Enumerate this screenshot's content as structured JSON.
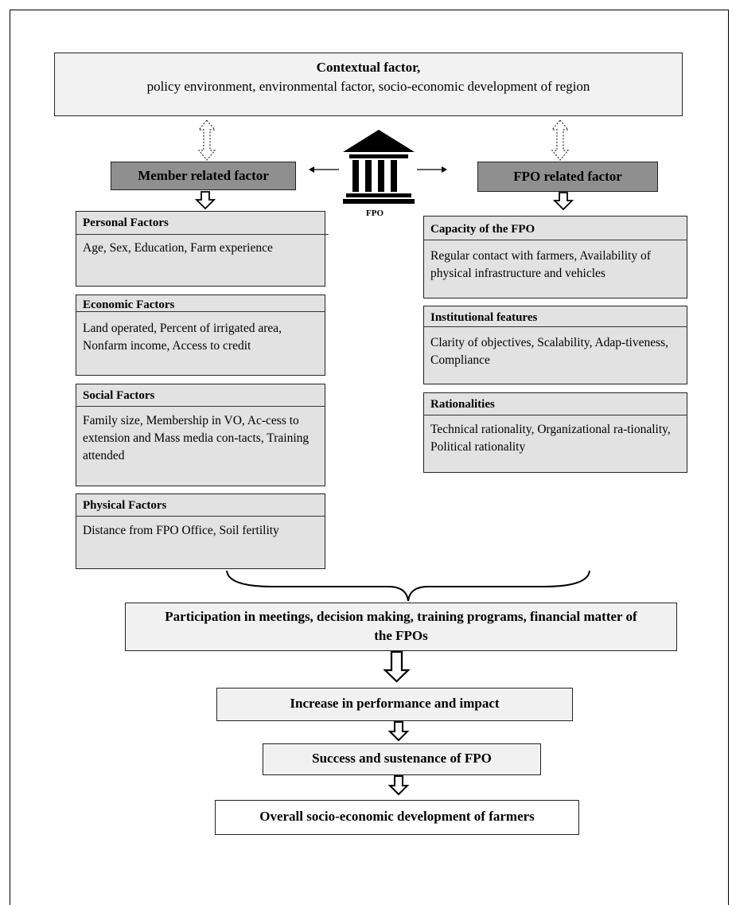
{
  "context": {
    "title": "Contextual factor,",
    "subtitle": "policy environment, environmental factor, socio-economic development of region"
  },
  "member_factor": "Member related factor",
  "fpo_factor": "FPO related factor",
  "fpo_label": "FPO",
  "member_boxes": [
    {
      "title": "Personal Factors",
      "text": "Age, Sex, Education, Farm experience"
    },
    {
      "title": "Economic Factors",
      "text": "Land operated, Percent of irrigated area, Nonfarm income, Access to credit"
    },
    {
      "title": "Social Factors",
      "text": "Family size, Membership in VO, Ac-cess to extension and Mass media con-tacts, Training attended"
    },
    {
      "title": "Physical Factors",
      "text": "Distance from FPO Office, Soil fertility"
    }
  ],
  "fpo_boxes": [
    {
      "title": "Capacity of the FPO",
      "text": "Regular contact with farmers, Availability of physical infrastructure and vehicles"
    },
    {
      "title": "Institutional features",
      "text": "Clarity of objectives, Scalability, Adap-tiveness, Compliance"
    },
    {
      "title": "Rationalities",
      "text": "Technical rationality, Organizational ra-tionality, Political rationality"
    }
  ],
  "flow": {
    "participation": "Participation in meetings, decision making, training programs, financial matter of the FPOs",
    "performance": "Increase in performance and impact",
    "success": "Success and sustenance of FPO",
    "overall": "Overall socio-economic development of farmers"
  }
}
